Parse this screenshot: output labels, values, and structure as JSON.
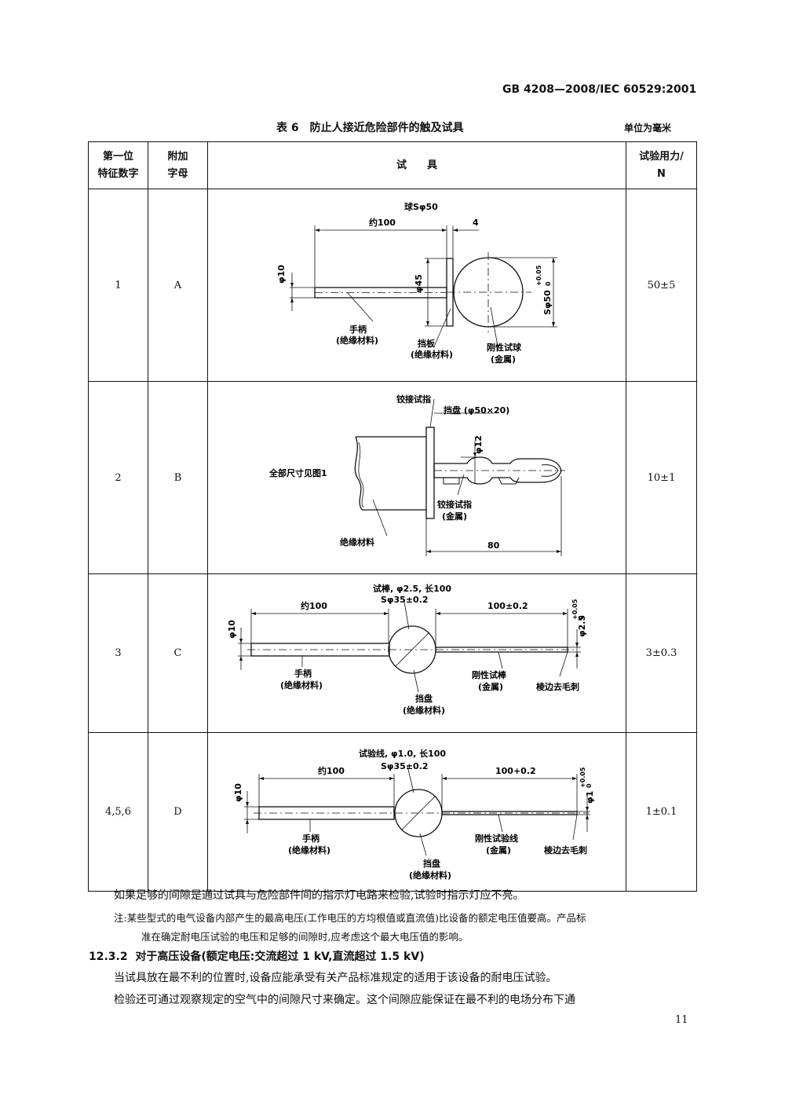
{
  "header": {
    "standard_code": "GB 4208—2008/IEC 60529:2001"
  },
  "table": {
    "caption": "表 6　防止人接近危险部件的触及试具",
    "unit": "单位为毫米",
    "columns": {
      "first_digit": [
        "第一位",
        "特征数字"
      ],
      "letter": [
        "附加",
        "字母"
      ],
      "tool": "试　　具",
      "force": [
        "试验用力/",
        "N"
      ]
    },
    "rows": [
      {
        "digit": "1",
        "letter": "A",
        "force": "50±5",
        "labels": {
          "ball": "球Sφ50",
          "approx": "约100",
          "four": "4",
          "d10": "φ10",
          "d45": "φ45",
          "sphere": "Sφ50",
          "tol": "+0.05",
          "tol2": "0",
          "handle": "手柄",
          "handle_mat": "(绝缘材料)",
          "barrier": "挡板",
          "barrier_mat": "(绝缘材料)",
          "rigid_ball": "刚性试球",
          "rigid_ball_mat": "(金属)"
        }
      },
      {
        "digit": "2",
        "letter": "B",
        "force": "10±1",
        "labels": {
          "jointed": "铰接试指",
          "stop_disc": "挡盘 (φ50×20)",
          "d12": "φ12",
          "full_dims": "全部尺寸见图1",
          "finger": "铰接试指",
          "finger_mat": "(金属)",
          "insulating": "绝缘材料",
          "length80": "80"
        }
      },
      {
        "digit": "3",
        "letter": "C",
        "force": "3±0.3",
        "labels": {
          "rod_title": "试棒, φ2.5, 长100",
          "approx": "约100",
          "disc": "Sφ35±0.2",
          "length": "100±0.2",
          "d10": "φ10",
          "d_end": "φ2.5",
          "tol": "+0.05",
          "tol2": "0",
          "handle": "手柄",
          "handle_mat": "(绝缘材料)",
          "rigid": "刚性试棒",
          "rigid_mat": "(金属)",
          "deburr": "棱边去毛刺",
          "stop": "挡盘",
          "stop_mat": "(绝缘材料)"
        }
      },
      {
        "digit": "4,5,6",
        "letter": "D",
        "force": "1±0.1",
        "labels": {
          "wire_title": "试验线, φ1.0, 长100",
          "approx": "约100",
          "disc": "Sφ35±0.2",
          "length": "100+0.2",
          "d10": "φ10",
          "d_end": "φ1",
          "tol": "+0.05",
          "tol2": "0",
          "handle": "手柄",
          "handle_mat": "(绝缘材料)",
          "rigid": "刚性试验线",
          "rigid_mat": "(金属)",
          "deburr": "棱边去毛刺",
          "stop": "挡盘",
          "stop_mat": "(绝缘材料)"
        }
      }
    ]
  },
  "body": {
    "p1": "如果足够的间隙是通过试具与危险部件间的指示灯电路来检验,试验时指示灯应不亮。",
    "note_line1": "注:某些型式的电气设备内部产生的最高电压(工作电压的方均根值或直流值)比设备的额定电压值要高。产品标",
    "note_line2": "准在确定耐电压试验的电压和足够的间隙时,应考虑这个最大电压值的影响。",
    "section_num": "12.3.2",
    "section_title": "对于高压设备(额定电压:交流超过 1 kV,直流超过 1.5 kV)",
    "p2": "当试具放在最不利的位置时,设备应能承受有关产品标准规定的适用于该设备的耐电压试验。",
    "p3": "检验还可通过观察规定的空气中的间隙尺寸来确定。这个间隙应能保证在最不利的电场分布下通"
  },
  "footer": {
    "page_number": "11"
  }
}
